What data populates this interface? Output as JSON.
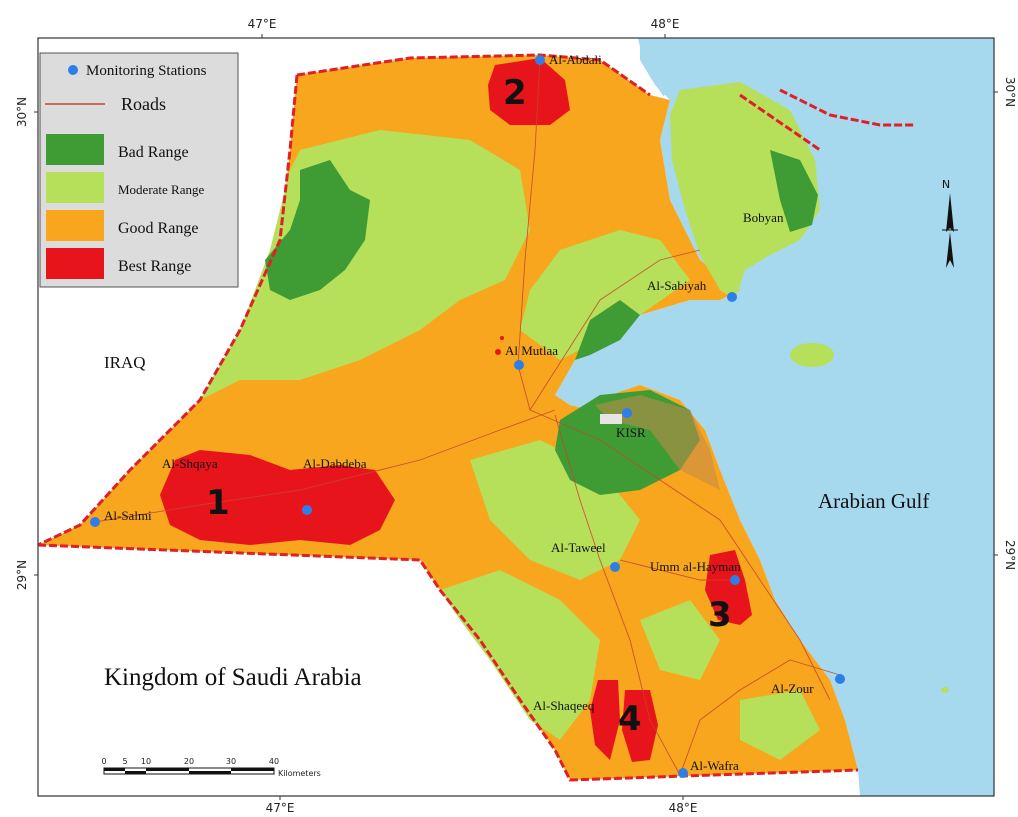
{
  "colors": {
    "sea": "#a6d8ee",
    "bad": "#3f9c35",
    "moderate": "#b6e05a",
    "good": "#f7a61e",
    "best": "#e8141b",
    "station": "#2e7ee8",
    "road": "#c8432a",
    "border": "#e01f26"
  },
  "graticule": {
    "lon_top": [
      "47°E",
      "48°E"
    ],
    "lon_bottom": [
      "47°E",
      "48°E"
    ],
    "lat_left": [
      "30°N",
      "29°N"
    ],
    "lat_right": [
      "30°N",
      "29°N"
    ]
  },
  "legend": {
    "stations": "Monitoring Stations",
    "roads": "Roads",
    "bad": "Bad Range",
    "moderate": "Moderate Range",
    "good": "Good Range",
    "best": "Best Range"
  },
  "regions": {
    "iraq": "IRAQ",
    "saudi": "Kingdom of Saudi Arabia",
    "gulf": "Arabian Gulf",
    "bobyan": "Bobyan",
    "kisr": "KISR"
  },
  "stations": [
    {
      "name": "Al-Abdali"
    },
    {
      "name": "Al-Sabiyah"
    },
    {
      "name": "Al Mutlaa"
    },
    {
      "name": "KISR"
    },
    {
      "name": "Al-Dabdeba"
    },
    {
      "name": "Al-Salmi"
    },
    {
      "name": "Al-Taweel"
    },
    {
      "name": "Umm al-Hayman"
    },
    {
      "name": "Al-Zour"
    },
    {
      "name": "Al-Wafra"
    }
  ],
  "labels": {
    "al_shqaya": "Al-Shqaya",
    "al_shaqeeq": "Al-Shaqeeq"
  },
  "zones": [
    "1",
    "2",
    "3",
    "4"
  ],
  "north": "N",
  "scale": {
    "ticks": [
      "0",
      "5",
      "10",
      "20",
      "30",
      "40"
    ],
    "unit": "Kilometers"
  }
}
